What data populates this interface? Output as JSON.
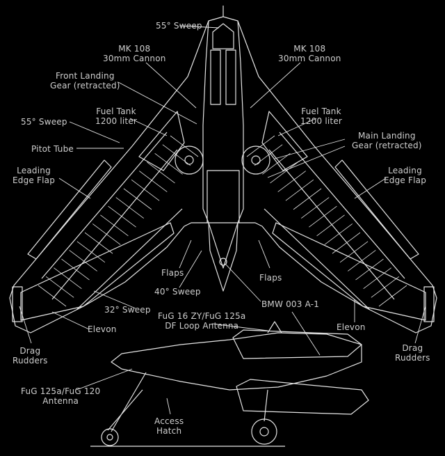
{
  "colors": {
    "background": "#000000",
    "line": "#e6e6e6",
    "text": "#cfcfcf"
  },
  "labels": {
    "sweep_top": "55° Sweep",
    "mk108_left": [
      "MK 108",
      "30mm Cannon"
    ],
    "mk108_right": [
      "MK 108",
      "30mm Cannon"
    ],
    "front_gear": [
      "Front Landing",
      "Gear (retracted)"
    ],
    "fuel_left": [
      "Fuel Tank",
      "1200 liter"
    ],
    "fuel_right": [
      "Fuel Tank",
      "1200 liter"
    ],
    "sweep_55_left": "55° Sweep",
    "main_gear": [
      "Main Landing",
      "Gear (retracted)"
    ],
    "pitot": "Pitot Tube",
    "le_flap_left": [
      "Leading",
      "Edge Flap"
    ],
    "le_flap_right": [
      "Leading",
      "Edge Flap"
    ],
    "flaps_left": "Flaps",
    "flaps_right": "Flaps",
    "sweep_40": "40° Sweep",
    "bmw": "BMW 003 A-1",
    "sweep_32": "32° Sweep",
    "fug_df": [
      "FuG 16 ZY/FuG 125a",
      "DF Loop Antenna"
    ],
    "elevon_left": "Elevon",
    "elevon_right": "Elevon",
    "drag_left": [
      "Drag",
      "Rudders"
    ],
    "drag_right": [
      "Drag",
      "Rudders"
    ],
    "fug_antenna": [
      "FuG 125a/FuG 120",
      "Antenna"
    ],
    "access": [
      "Access",
      "Hatch"
    ]
  }
}
